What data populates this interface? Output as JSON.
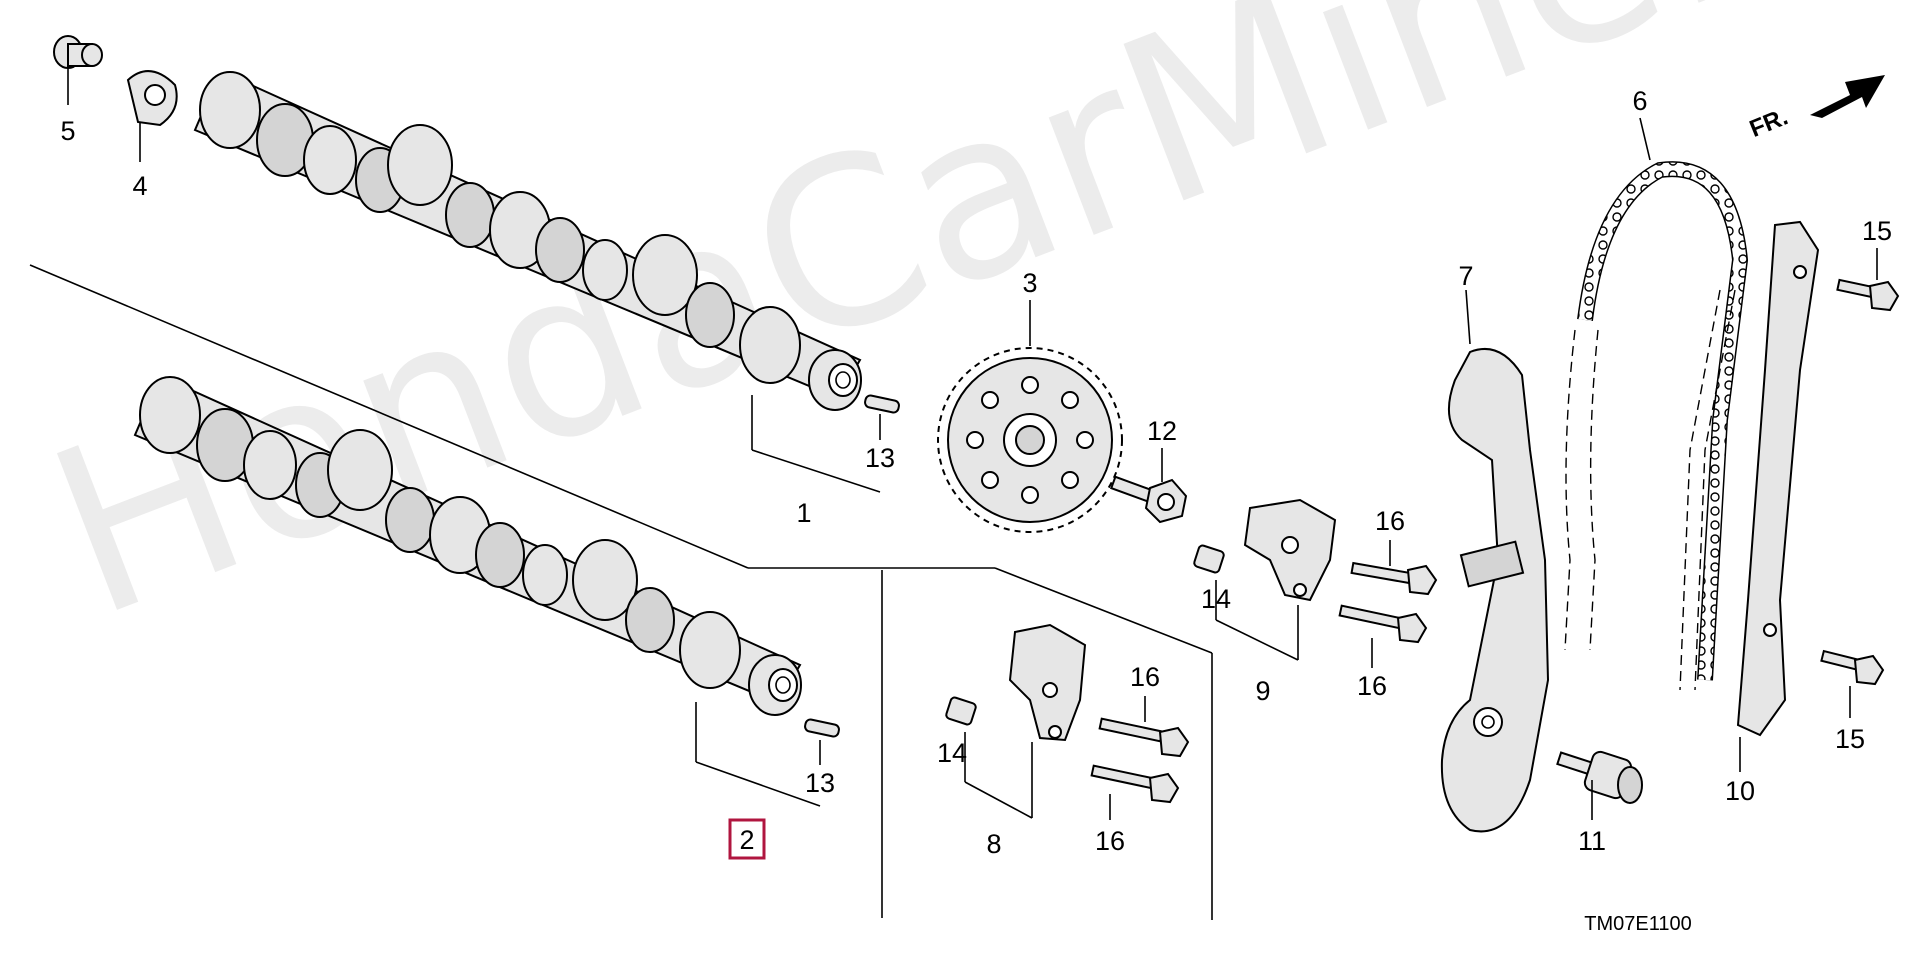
{
  "diagram": {
    "watermark": "HondaCarMine.ru",
    "direction_label": "FR.",
    "diagram_code": "TM07E1100",
    "highlight_color": "#b0153f",
    "parts": [
      {
        "id": "1",
        "label": "1"
      },
      {
        "id": "2",
        "label": "2",
        "highlighted": true
      },
      {
        "id": "3",
        "label": "3"
      },
      {
        "id": "4",
        "label": "4"
      },
      {
        "id": "5",
        "label": "5"
      },
      {
        "id": "6",
        "label": "6"
      },
      {
        "id": "7",
        "label": "7"
      },
      {
        "id": "8",
        "label": "8"
      },
      {
        "id": "9",
        "label": "9"
      },
      {
        "id": "10",
        "label": "10"
      },
      {
        "id": "11",
        "label": "11"
      },
      {
        "id": "12",
        "label": "12"
      },
      {
        "id": "13a",
        "label": "13"
      },
      {
        "id": "13b",
        "label": "13"
      },
      {
        "id": "14a",
        "label": "14"
      },
      {
        "id": "14b",
        "label": "14"
      },
      {
        "id": "15a",
        "label": "15"
      },
      {
        "id": "15b",
        "label": "15"
      },
      {
        "id": "16a",
        "label": "16"
      },
      {
        "id": "16b",
        "label": "16"
      },
      {
        "id": "16c",
        "label": "16"
      },
      {
        "id": "16d",
        "label": "16"
      }
    ]
  }
}
